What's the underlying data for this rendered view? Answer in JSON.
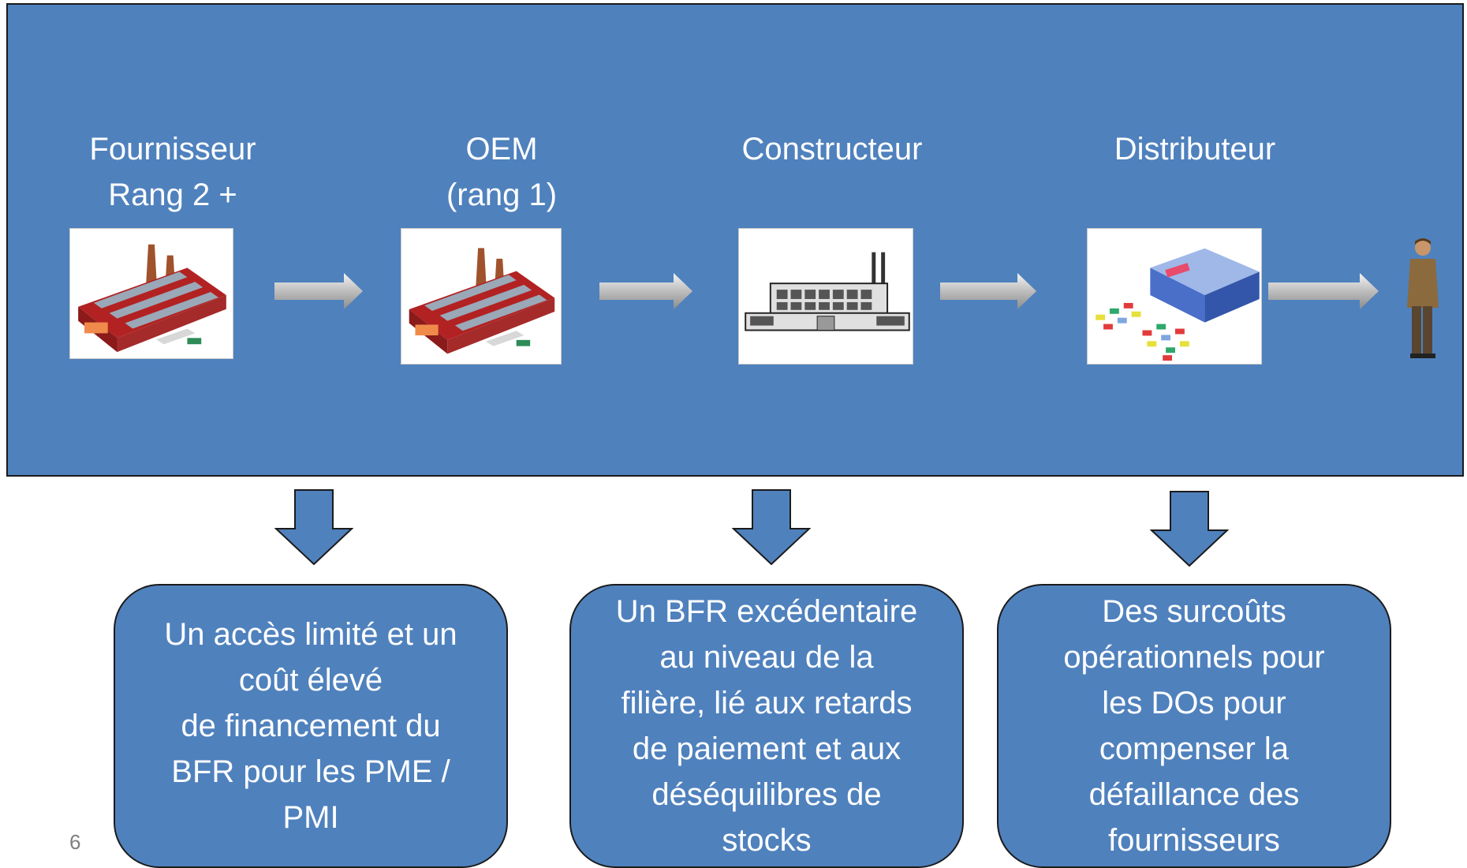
{
  "stages": [
    {
      "label": "Fournisseur\nRang 2 +",
      "icon": "factory-icon"
    },
    {
      "label": "OEM\n(rang 1)",
      "icon": "factory-icon"
    },
    {
      "label": "Constructeur",
      "icon": "building-icon"
    },
    {
      "label": "Distributeur",
      "icon": "store-icon"
    }
  ],
  "end_icon": "customer-icon",
  "issues": [
    "Un accès limité et un\ncoût élevé\nde financement du\nBFR pour les PME /\nPMI",
    "Un BFR excédentaire\nau niveau de la\nfilière, lié aux retards\nde paiement et aux\ndéséquilibres de\nstocks",
    "Des surcoûts\nopérationnels pour\nles DOs pour\ncompenser la\ndéfaillance des\nfournisseurs"
  ],
  "page_number": "6",
  "colors": {
    "panel": "#4f81bd",
    "border": "#1b1b1b",
    "text": "#ffffff"
  }
}
